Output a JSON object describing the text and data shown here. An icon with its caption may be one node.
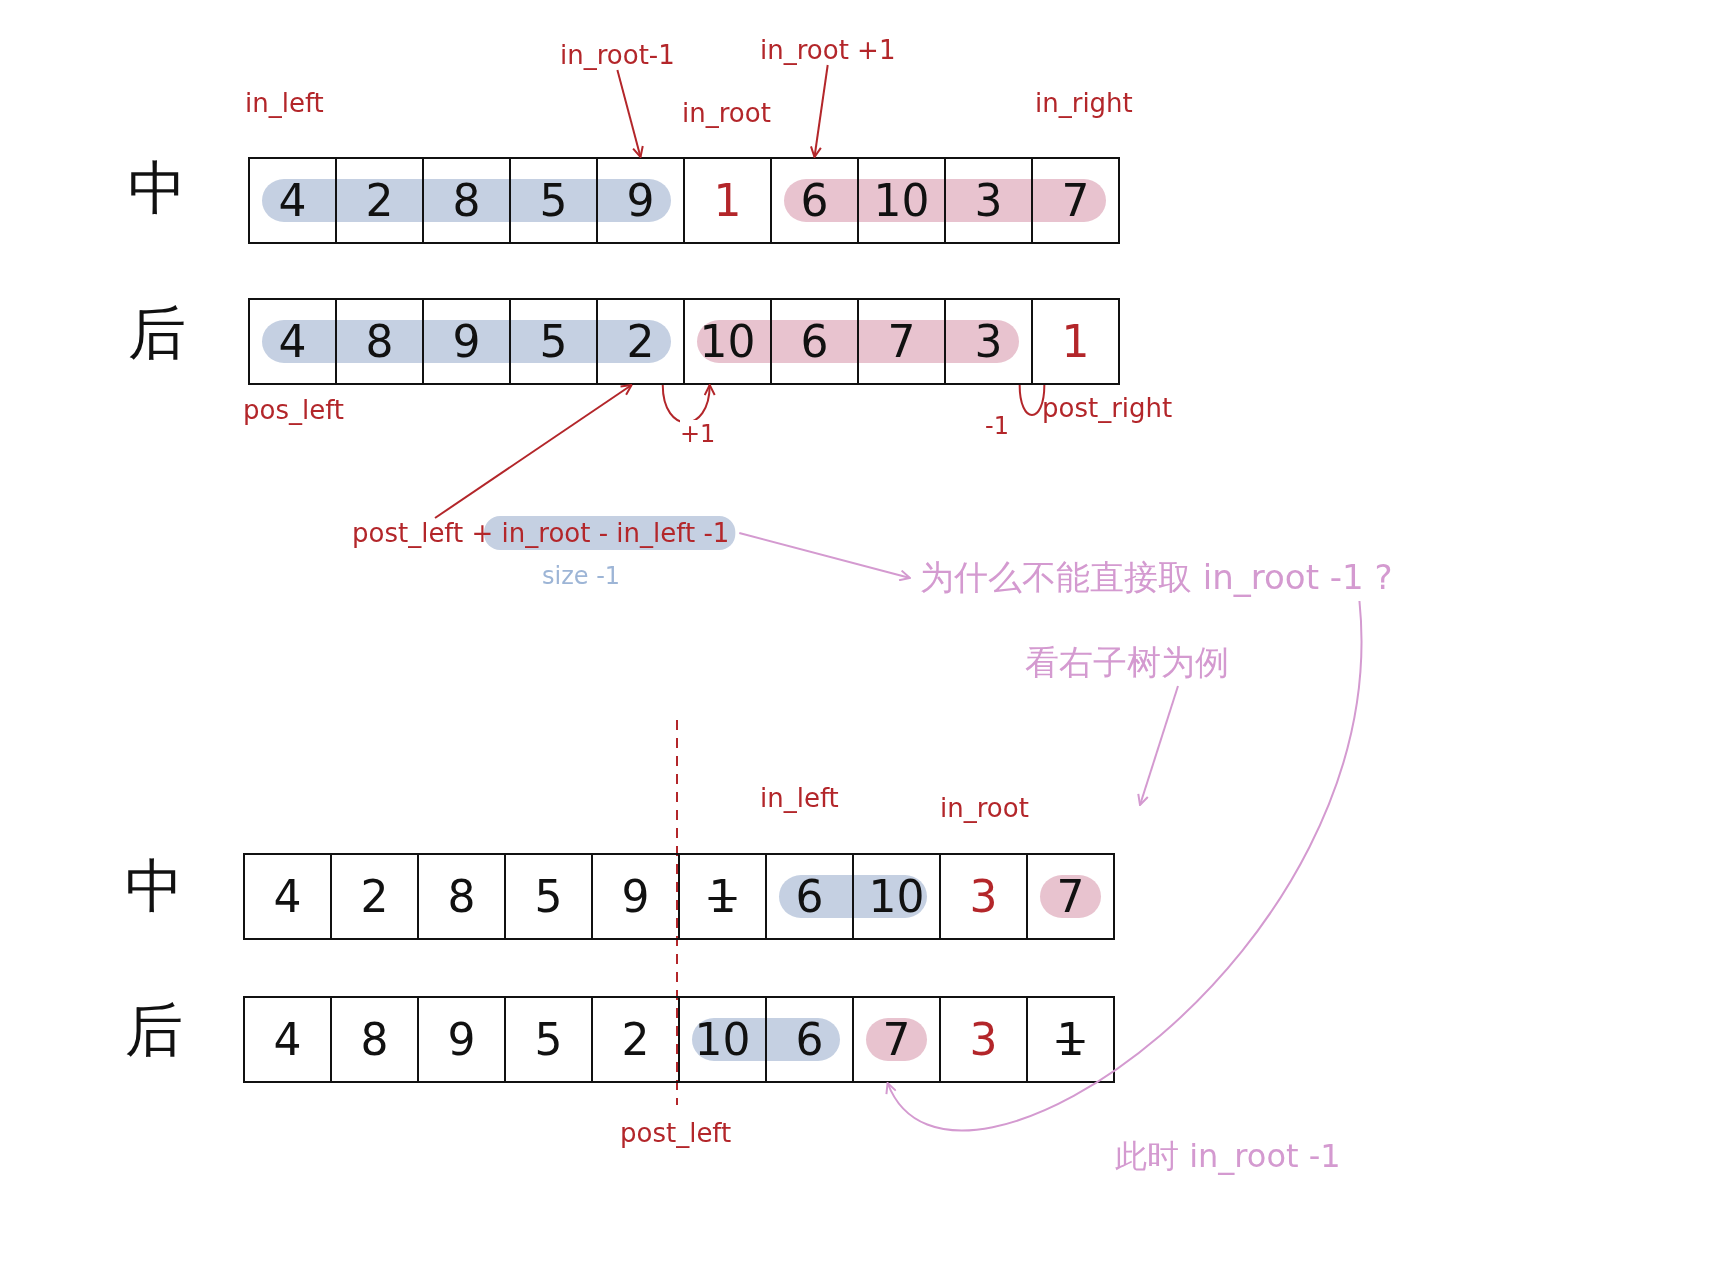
{
  "diagram": {
    "nodes": [
      {
        "text": [
          "in_root-1"
        ]
      },
      {
        "text": [
          "in_root +1"
        ]
      },
      {
        "text": [
          "4"
        ]
      },
      {
        "text": [
          "2"
        ]
      },
      {
        "text": [
          "8"
        ]
      },
      {
        "text": [
          "5"
        ]
      },
      {
        "text": [
          "9"
        ]
      },
      {
        "text": [
          "1"
        ]
      },
      {
        "text": [
          "6"
        ]
      },
      {
        "text": [
          "10"
        ]
      },
      {
        "text": [
          "3"
        ]
      },
      {
        "text": [
          "7"
        ]
      },
      {
        "text": [
          "4"
        ]
      },
      {
        "text": [
          "8"
        ]
      },
      {
        "text": [
          "9"
        ]
      },
      {
        "text": [
          "5"
        ]
      },
      {
        "text": [
          "2"
        ]
      },
      {
        "text": [
          "10"
        ]
      },
      {
        "text": [
          "6"
        ]
      },
      {
        "text": [
          "7"
        ]
      },
      {
        "text": [
          "3"
        ]
      },
      {
        "text": [
          "1"
        ]
      },
      {
        "text": [
          "post_left + in_root - in_left -1"
        ],
        "beside": [
          "size -1"
        ]
      },
      {
        "text": [
          "为什么不能直接取 in_root -1 ?"
        ]
      },
      {
        "text": [
          "看右子树为例"
        ]
      },
      {
        "text": [
          "4"
        ]
      },
      {
        "text": [
          "2"
        ]
      },
      {
        "text": [
          "8"
        ]
      },
      {
        "text": [
          "5"
        ]
      },
      {
        "text": [
          "9"
        ]
      },
      {
        "text": [
          "1"
        ]
      },
      {
        "text": [
          "6"
        ]
      },
      {
        "text": [
          "10"
        ]
      },
      {
        "text": [
          "3"
        ]
      },
      {
        "text": [
          "7"
        ]
      },
      {
        "text": [
          "4"
        ]
      },
      {
        "text": [
          "8"
        ]
      },
      {
        "text": [
          "9"
        ]
      },
      {
        "text": [
          "5"
        ]
      },
      {
        "text": [
          "2"
        ]
      },
      {
        "text": [
          "10"
        ]
      },
      {
        "text": [
          "6"
        ]
      },
      {
        "text": [
          "7"
        ]
      },
      {
        "text": [
          "3"
        ]
      },
      {
        "text": [
          "1"
        ]
      }
    ],
    "edges": [
      {
        "from": 0,
        "to": 6,
        "arrow": "to"
      },
      {
        "from": 1,
        "to": 8,
        "arrow": "to"
      },
      {
        "from": 16,
        "to": 17,
        "arrow": "to",
        "label": "+1"
      },
      {
        "from": 21,
        "to": 20,
        "arrow": "none",
        "label": "-1"
      },
      {
        "from": 22,
        "to": 16,
        "arrow": "to"
      },
      {
        "from": 22,
        "to": 23,
        "arrow": "to",
        "color": "#d49ad0"
      },
      {
        "from": 24,
        "to": null,
        "arrow": "to",
        "color": "#d49ad0"
      },
      {
        "from": 23,
        "to": 42,
        "arrow": "to",
        "label": "此时 in_root -1",
        "color": "#d49ad0"
      }
    ],
    "labels": [
      "in_left",
      "in_root",
      "in_right",
      "中",
      "后",
      "pos_left",
      "post_right",
      "in_left",
      "in_root",
      "中",
      "后",
      "post_left"
    ]
  }
}
